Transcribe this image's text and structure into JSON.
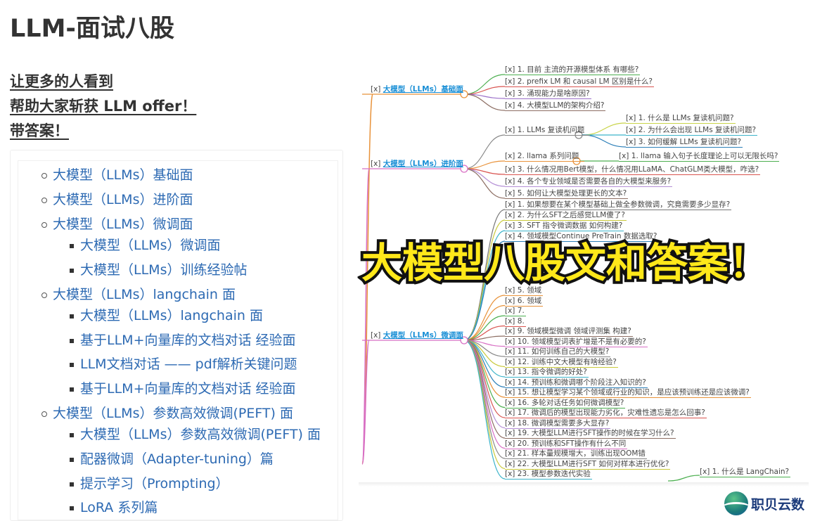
{
  "page": {
    "title": "LLM-面试八股",
    "slogans": [
      "让更多的人看到",
      "帮助大家斩获 LLM offer！",
      "带答案！"
    ]
  },
  "toc": [
    {
      "level": 1,
      "label": "大模型（LLMs）基础面"
    },
    {
      "level": 1,
      "label": "大模型（LLMs）进阶面"
    },
    {
      "level": 1,
      "label": "大模型（LLMs）微调面"
    },
    {
      "level": 2,
      "label": "大模型（LLMs）微调面"
    },
    {
      "level": 2,
      "label": "大模型（LLMs）训练经验帖"
    },
    {
      "level": 1,
      "label": "大模型（LLMs）langchain 面"
    },
    {
      "level": 2,
      "label": "大模型（LLMs）langchain 面"
    },
    {
      "level": 2,
      "label": "基于LLM+向量库的文档对话 经验面"
    },
    {
      "level": 2,
      "label": "LLM文档对话 —— pdf解析关键问题"
    },
    {
      "level": 2,
      "label": "基于LLM+向量库的文档对话 经验面"
    },
    {
      "level": 1,
      "label": "大模型（LLMs）参数高效微调(PEFT) 面"
    },
    {
      "level": 2,
      "label": "大模型（LLMs）参数高效微调(PEFT) 面"
    },
    {
      "level": 2,
      "label": "配器微调（Adapter-tuning）篇"
    },
    {
      "level": 2,
      "label": "提示学习（Prompting）"
    },
    {
      "level": 2,
      "label": "LoRA 系列篇"
    }
  ],
  "mindmap": {
    "check": "[x]",
    "groups": [
      {
        "label": "大模型（LLMs）基础面",
        "color": "#e8923a",
        "children": [
          {
            "text": "1. 目前 主流的开源模型体系 有哪些?",
            "color": "#4caf50"
          },
          {
            "text": "2. prefix LM 和 causal LM 区别是什么?",
            "color": "#d9534f"
          },
          {
            "text": "3. 涌现能力是啥原因?",
            "color": "#9b6fc9"
          },
          {
            "text": "4. 大模型LLM的架构介绍?",
            "color": "#8d6e63"
          }
        ]
      },
      {
        "label": "大模型（LLMs）进阶面",
        "color": "#d86fc4",
        "children": [
          {
            "text": "1. LLMs 复读机问题",
            "color": "#888888",
            "children": [
              {
                "text": "1. 什么是 LLMs 复读机问题?",
                "color": "#c9d44a"
              },
              {
                "text": "2. 为什么会出现 LLMs 复读机问题?",
                "color": "#3bb3c9"
              },
              {
                "text": "3. 如何缓解 LLMs 复读机问题?",
                "color": "#2c7fb8"
              }
            ]
          },
          {
            "text": "2. llama 系列问题",
            "color": "#e8923a",
            "children": [
              {
                "text": "1. llama 输入句子长度理论上可以无限长吗?",
                "color": "#4caf50"
              }
            ]
          },
          {
            "text": "3. 什么情况用Bert模型，什么情况用LLaMA、ChatGLM类大模型，咋选?",
            "color": "#d9534f"
          },
          {
            "text": "4. 各个专业领域是否需要各自的大模型来服务?",
            "color": "#b48fd6"
          },
          {
            "text": "5. 如何让大模型处理更长的文本?",
            "color": "#8d6e63"
          }
        ]
      },
      {
        "label": "大模型（LLMs）微调面",
        "color": "#d86fc4",
        "children": [
          {
            "text": "1. 如果想要在某个模型基础上做全参数微调，究竟需要多少显存?",
            "color": "#777777"
          },
          {
            "text": "2. 为什么SFT之后感觉LLM傻了?",
            "color": "#c9c93a"
          },
          {
            "text": "3. SFT 指令微调数据 如何构建?",
            "color": "#3bb3c9"
          },
          {
            "text": "4. 领域模型Continue PreTrain 数据选取?",
            "color": "#2c7fb8"
          },
          {
            "text": "5. 领域",
            "color": "#e8923a"
          },
          {
            "text": "6. 领域",
            "color": "#e8923a"
          },
          {
            "text": "7.",
            "color": "#4caf50"
          },
          {
            "text": "8.",
            "color": "#d9534f"
          },
          {
            "text": "9. 领域模型微调 领域评测集 构建?",
            "color": "#8d6e63"
          },
          {
            "text": "10. 领域模型词表扩增是不是有必要的?",
            "color": "#d86fc4"
          },
          {
            "text": "11. 如何训练自己的大模型?",
            "color": "#888888"
          },
          {
            "text": "12. 训练中文大模型有啥经验?",
            "color": "#c9c93a"
          },
          {
            "text": "13. 指令微调的好处?",
            "color": "#3bb3c9"
          },
          {
            "text": "14. 预训练和微调哪个阶段注入知识的?",
            "color": "#2c7fb8"
          },
          {
            "text": "15. 想让模型学习某个领域或行业的知识，是应该预训练还是应该微调?",
            "color": "#e8923a"
          },
          {
            "text": "16. 多轮对话任务如何微调模型?",
            "color": "#4caf50"
          },
          {
            "text": "17. 微调后的模型出现能力劣化，灾难性遗忘是怎么回事?",
            "color": "#d9534f"
          },
          {
            "text": "18. 微调模型需要多大显存?",
            "color": "#b48fd6"
          },
          {
            "text": "19. 大模型LLM进行SFT操作的时候在学习什么?",
            "color": "#8d6e63"
          },
          {
            "text": "20. 预训练和SFT操作有什么不同",
            "color": "#d86fc4"
          },
          {
            "text": "21. 样本量规模增大，训练出现OOM错",
            "color": "#888888"
          },
          {
            "text": "22. 大模型LLM进行SFT 如何对样本进行优化?",
            "color": "#c9c93a"
          },
          {
            "text": "23. 模型参数迭代实验",
            "color": "#3bb3c9"
          }
        ]
      }
    ],
    "extra": {
      "text": "1. 什么是 LangChain?",
      "color": "#4caf50"
    }
  },
  "overlay": {
    "text": "大模型八股文和答案！",
    "fill": "#ffe81a"
  },
  "logo": {
    "text": "职贝云数"
  }
}
